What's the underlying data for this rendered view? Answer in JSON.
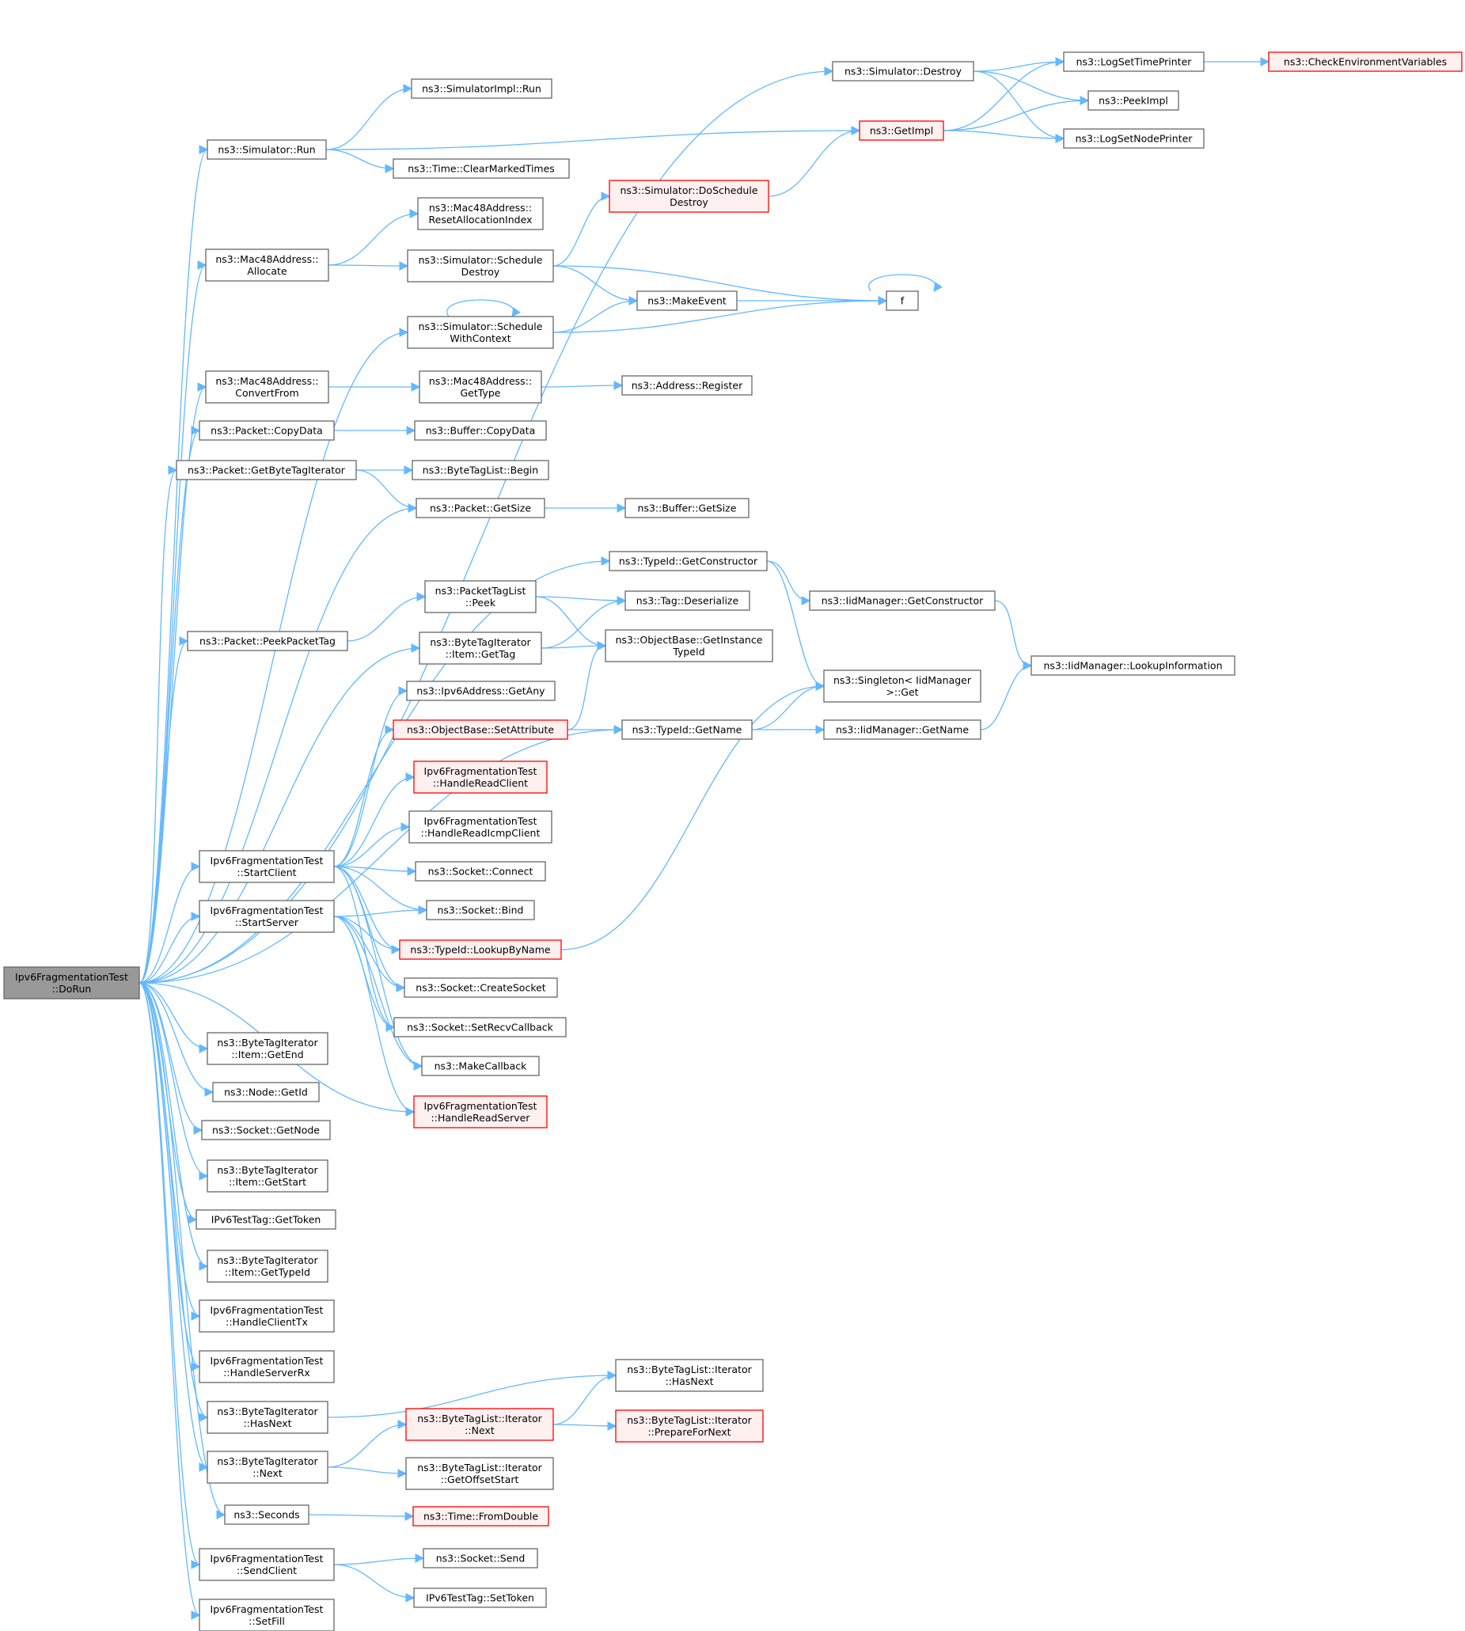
{
  "colors": {
    "edge": "#63b8ff",
    "box_fill": "#ffffff",
    "box_border": "#666666",
    "root_fill": "#999999",
    "root_border": "#666666",
    "red_fill": "#fff0f0",
    "red_border": "#ff0000"
  },
  "nodes": [
    {
      "id": "dorun",
      "lines": [
        "Ipv6FragmentationTest",
        "::DoRun"
      ],
      "style": "root"
    },
    {
      "id": "sim_run",
      "lines": [
        "ns3::Simulator::Run"
      ],
      "style": "normal"
    },
    {
      "id": "mac_alloc",
      "lines": [
        "ns3::Mac48Address::",
        "Allocate"
      ],
      "style": "normal"
    },
    {
      "id": "mac_convert",
      "lines": [
        "ns3::Mac48Address::",
        "ConvertFrom"
      ],
      "style": "normal"
    },
    {
      "id": "pkt_copy",
      "lines": [
        "ns3::Packet::CopyData"
      ],
      "style": "normal"
    },
    {
      "id": "pkt_gbti",
      "lines": [
        "ns3::Packet::GetByteTagIterator"
      ],
      "style": "normal"
    },
    {
      "id": "pkt_peek",
      "lines": [
        "ns3::Packet::PeekPacketTag"
      ],
      "style": "normal"
    },
    {
      "id": "startclient",
      "lines": [
        "Ipv6FragmentationTest",
        "::StartClient"
      ],
      "style": "normal"
    },
    {
      "id": "startserver",
      "lines": [
        "Ipv6FragmentationTest",
        "::StartServer"
      ],
      "style": "normal"
    },
    {
      "id": "bti_getend",
      "lines": [
        "ns3::ByteTagIterator",
        "::Item::GetEnd"
      ],
      "style": "normal"
    },
    {
      "id": "node_getid",
      "lines": [
        "ns3::Node::GetId"
      ],
      "style": "normal"
    },
    {
      "id": "sock_getnode",
      "lines": [
        "ns3::Socket::GetNode"
      ],
      "style": "normal"
    },
    {
      "id": "bti_getstart",
      "lines": [
        "ns3::ByteTagIterator",
        "::Item::GetStart"
      ],
      "style": "normal"
    },
    {
      "id": "ipv6tag_gettoken",
      "lines": [
        "IPv6TestTag::GetToken"
      ],
      "style": "normal"
    },
    {
      "id": "bti_gettypeid",
      "lines": [
        "ns3::ByteTagIterator",
        "::Item::GetTypeId"
      ],
      "style": "normal"
    },
    {
      "id": "handleclienttx",
      "lines": [
        "Ipv6FragmentationTest",
        "::HandleClientTx"
      ],
      "style": "normal"
    },
    {
      "id": "handleserverrx",
      "lines": [
        "Ipv6FragmentationTest",
        "::HandleServerRx"
      ],
      "style": "normal"
    },
    {
      "id": "bti_hasnext",
      "lines": [
        "ns3::ByteTagIterator",
        "::HasNext"
      ],
      "style": "normal"
    },
    {
      "id": "bti_next",
      "lines": [
        "ns3::ByteTagIterator",
        "::Next"
      ],
      "style": "normal"
    },
    {
      "id": "seconds",
      "lines": [
        "ns3::Seconds"
      ],
      "style": "normal"
    },
    {
      "id": "sendclient",
      "lines": [
        "Ipv6FragmentationTest",
        "::SendClient"
      ],
      "style": "normal"
    },
    {
      "id": "setfill",
      "lines": [
        "Ipv6FragmentationTest",
        "::SetFill"
      ],
      "style": "normal"
    },
    {
      "id": "simimpl_run",
      "lines": [
        "ns3::SimulatorImpl::Run"
      ],
      "style": "normal"
    },
    {
      "id": "clearmarked",
      "lines": [
        "ns3::Time::ClearMarkedTimes"
      ],
      "style": "normal"
    },
    {
      "id": "mac_reset",
      "lines": [
        "ns3::Mac48Address::",
        "ResetAllocationIndex"
      ],
      "style": "normal"
    },
    {
      "id": "sched_destroy",
      "lines": [
        "ns3::Simulator::Schedule",
        "Destroy"
      ],
      "style": "normal"
    },
    {
      "id": "sched_ctx",
      "lines": [
        "ns3::Simulator::Schedule",
        "WithContext"
      ],
      "style": "normal"
    },
    {
      "id": "mac_gettype",
      "lines": [
        "ns3::Mac48Address::",
        "GetType"
      ],
      "style": "normal"
    },
    {
      "id": "buf_copy",
      "lines": [
        "ns3::Buffer::CopyData"
      ],
      "style": "normal"
    },
    {
      "id": "btl_begin",
      "lines": [
        "ns3::ByteTagList::Begin"
      ],
      "style": "normal"
    },
    {
      "id": "pkt_getsize",
      "lines": [
        "ns3::Packet::GetSize"
      ],
      "style": "normal"
    },
    {
      "id": "ptl_peek",
      "lines": [
        "ns3::PacketTagList",
        "::Peek"
      ],
      "style": "normal"
    },
    {
      "id": "bti_gettag",
      "lines": [
        "ns3::ByteTagIterator",
        "::Item::GetTag"
      ],
      "style": "normal"
    },
    {
      "id": "ipv6_getany",
      "lines": [
        "ns3::Ipv6Address::GetAny"
      ],
      "style": "normal"
    },
    {
      "id": "setattr",
      "lines": [
        "ns3::ObjectBase::SetAttribute"
      ],
      "style": "red"
    },
    {
      "id": "hreadclient",
      "lines": [
        "Ipv6FragmentationTest",
        "::HandleReadClient"
      ],
      "style": "red"
    },
    {
      "id": "hreadicmp",
      "lines": [
        "Ipv6FragmentationTest",
        "::HandleReadIcmpClient"
      ],
      "style": "normal"
    },
    {
      "id": "sock_connect",
      "lines": [
        "ns3::Socket::Connect"
      ],
      "style": "normal"
    },
    {
      "id": "sock_bind",
      "lines": [
        "ns3::Socket::Bind"
      ],
      "style": "normal"
    },
    {
      "id": "lookupbyname",
      "lines": [
        "ns3::TypeId::LookupByName"
      ],
      "style": "red"
    },
    {
      "id": "createsocket",
      "lines": [
        "ns3::Socket::CreateSocket"
      ],
      "style": "normal"
    },
    {
      "id": "setrecvcb",
      "lines": [
        "ns3::Socket::SetRecvCallback"
      ],
      "style": "normal"
    },
    {
      "id": "makecallback",
      "lines": [
        "ns3::MakeCallback"
      ],
      "style": "normal"
    },
    {
      "id": "hreadserver",
      "lines": [
        "Ipv6FragmentationTest",
        "::HandleReadServer"
      ],
      "style": "red"
    },
    {
      "id": "btli_next",
      "lines": [
        "ns3::ByteTagList::Iterator",
        "::Next"
      ],
      "style": "red"
    },
    {
      "id": "btli_getoff",
      "lines": [
        "ns3::ByteTagList::Iterator",
        "::GetOffsetStart"
      ],
      "style": "normal"
    },
    {
      "id": "fromdouble",
      "lines": [
        "ns3::Time::FromDouble"
      ],
      "style": "red"
    },
    {
      "id": "sock_send",
      "lines": [
        "ns3::Socket::Send"
      ],
      "style": "normal"
    },
    {
      "id": "ipv6tag_settoken",
      "lines": [
        "IPv6TestTag::SetToken"
      ],
      "style": "normal"
    },
    {
      "id": "do_sched_destroy",
      "lines": [
        "ns3::Simulator::DoSchedule",
        "Destroy"
      ],
      "style": "red"
    },
    {
      "id": "makeevent",
      "lines": [
        "ns3::MakeEvent"
      ],
      "style": "normal"
    },
    {
      "id": "addr_register",
      "lines": [
        "ns3::Address::Register"
      ],
      "style": "normal"
    },
    {
      "id": "buf_getsize",
      "lines": [
        "ns3::Buffer::GetSize"
      ],
      "style": "normal"
    },
    {
      "id": "typeid_getctor",
      "lines": [
        "ns3::TypeId::GetConstructor"
      ],
      "style": "normal"
    },
    {
      "id": "tag_deser",
      "lines": [
        "ns3::Tag::Deserialize"
      ],
      "style": "normal"
    },
    {
      "id": "ob_getinst",
      "lines": [
        "ns3::ObjectBase::GetInstance",
        "TypeId"
      ],
      "style": "normal"
    },
    {
      "id": "typeid_getname",
      "lines": [
        "ns3::TypeId::GetName"
      ],
      "style": "normal"
    },
    {
      "id": "btli_hasnext",
      "lines": [
        "ns3::ByteTagList::Iterator",
        "::HasNext"
      ],
      "style": "normal"
    },
    {
      "id": "btli_prep",
      "lines": [
        "ns3::ByteTagList::Iterator",
        "::PrepareForNext"
      ],
      "style": "red"
    },
    {
      "id": "sim_destroy",
      "lines": [
        "ns3::Simulator::Destroy"
      ],
      "style": "normal"
    },
    {
      "id": "getimpl",
      "lines": [
        "ns3::GetImpl"
      ],
      "style": "red"
    },
    {
      "id": "f",
      "lines": [
        "f"
      ],
      "style": "normal"
    },
    {
      "id": "iid_getctor",
      "lines": [
        "ns3::IidManager::GetConstructor"
      ],
      "style": "normal"
    },
    {
      "id": "singleton_get",
      "lines": [
        "ns3::Singleton< IidManager",
        ">::Get"
      ],
      "style": "normal"
    },
    {
      "id": "iid_getname",
      "lines": [
        "ns3::IidManager::GetName"
      ],
      "style": "normal"
    },
    {
      "id": "logsettime",
      "lines": [
        "ns3::LogSetTimePrinter"
      ],
      "style": "normal"
    },
    {
      "id": "peekimpl",
      "lines": [
        "ns3::PeekImpl"
      ],
      "style": "normal"
    },
    {
      "id": "logsetnode",
      "lines": [
        "ns3::LogSetNodePrinter"
      ],
      "style": "normal"
    },
    {
      "id": "iid_lookupinfo",
      "lines": [
        "ns3::IidManager::LookupInformation"
      ],
      "style": "normal"
    },
    {
      "id": "checkenv",
      "lines": [
        "ns3::CheckEnvironmentVariables"
      ],
      "style": "red"
    }
  ]
}
